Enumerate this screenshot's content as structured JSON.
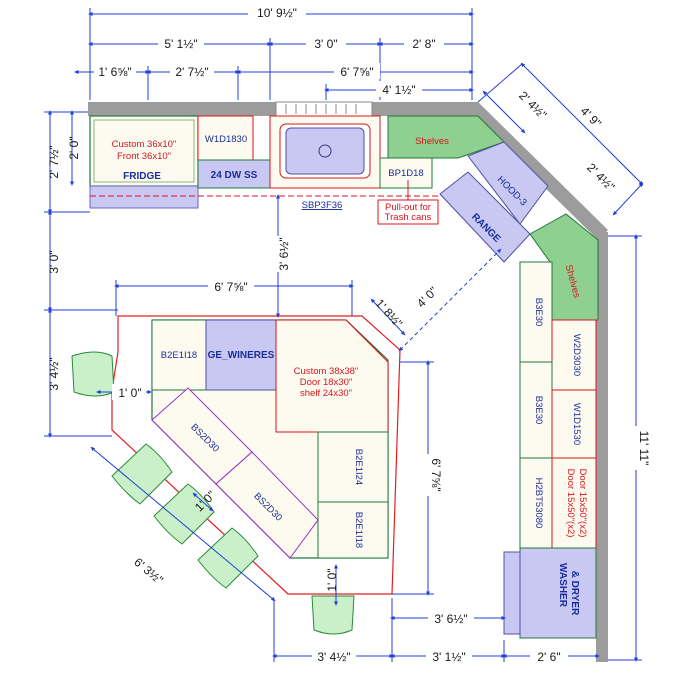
{
  "colors": {
    "wall": "#9c9c9c",
    "dimension_line": "#1f3fd6",
    "label_blue": "#1a2e9a",
    "label_red": "#d8141e",
    "cabinet_fill": "#fdfbef",
    "appliance_fill": "#c8c8f2",
    "shelf_fill": "#8fcf8f",
    "stool_fill": "#c9f0c9",
    "island_outline": "#e02020",
    "accent_purple": "#9b30c8"
  },
  "dimensions": {
    "top_overall": "10' 9½\"",
    "top_left_run": "5' 1½\"",
    "top_mid_run": "3' 0\"",
    "top_right_run": "2' 8\"",
    "top_a": "1' 6⅝\"",
    "top_b": "2' 7½\"",
    "top_c": "6' 7⅝\"",
    "top_d": "4' 1½\"",
    "diag_a": "2' 4½\"",
    "diag_overall": "4' 9\"",
    "diag_b": "2' 4½\"",
    "left_a": "2' 7½\"",
    "left_b": "2' 0\"",
    "left_c": "3' 0\"",
    "left_d": "3' 4½\"",
    "aisle_vertical": "3' 6½\"",
    "island_top": "6' 7⅝\"",
    "island_corner": "1' 8½\"",
    "island_diag_gap": "4' 0\"",
    "island_right": "6' 7⅝\"",
    "right_overall": "11' 11\"",
    "seat_overhang_left": "1' 0\"",
    "seat_overhang_diag": "1' 0\"",
    "seat_overhang_bottom": "1' 0\"",
    "island_bottom_diag": "6' 3½\"",
    "bottom_a": "3' 4½\"",
    "bottom_b": "3' 1½\"",
    "bottom_c": "2' 6\"",
    "aisle_right": "3' 6½\""
  },
  "cabinets": {
    "fridge_spec": [
      "Custom 36x10\"",
      "Front 36x10\""
    ],
    "fridge": "FRIDGE",
    "w1d1830": "W1D1830",
    "dw": "24 DW SS",
    "bp1d18": "BP1D18",
    "shelves_top": "Shelves",
    "sbp3f36": "SBP3F36",
    "pullout": [
      "Pull-out for",
      "Trash cans"
    ],
    "hood": "HOOD-3",
    "range": "RANGE",
    "shelves_right": "Shelves",
    "b3e30_top": "B3E30",
    "w2d3030": "W2D3030",
    "b3e30_bottom": "B3E30",
    "w1d1530": "W1D1530",
    "h2bt": "H2BT53080",
    "door_spec": [
      "Door 15x50\"(x2)",
      "Door 15x50\"(x2)"
    ],
    "washer": [
      "WASHER",
      "& DRYER"
    ]
  },
  "island": {
    "b2e1i18_top": "B2E1I18",
    "ge_wineres": "GE_WINERES",
    "custom_spec": [
      "Custom 38x38\"",
      "Door 18x30\"",
      "shelf 24x30\""
    ],
    "bs2d30_a": "BS2D30",
    "bs2d30_b": "BS2D30",
    "b2e1i24": "B2E1I24",
    "b2e1i18_bottom": "B2E1I18"
  }
}
